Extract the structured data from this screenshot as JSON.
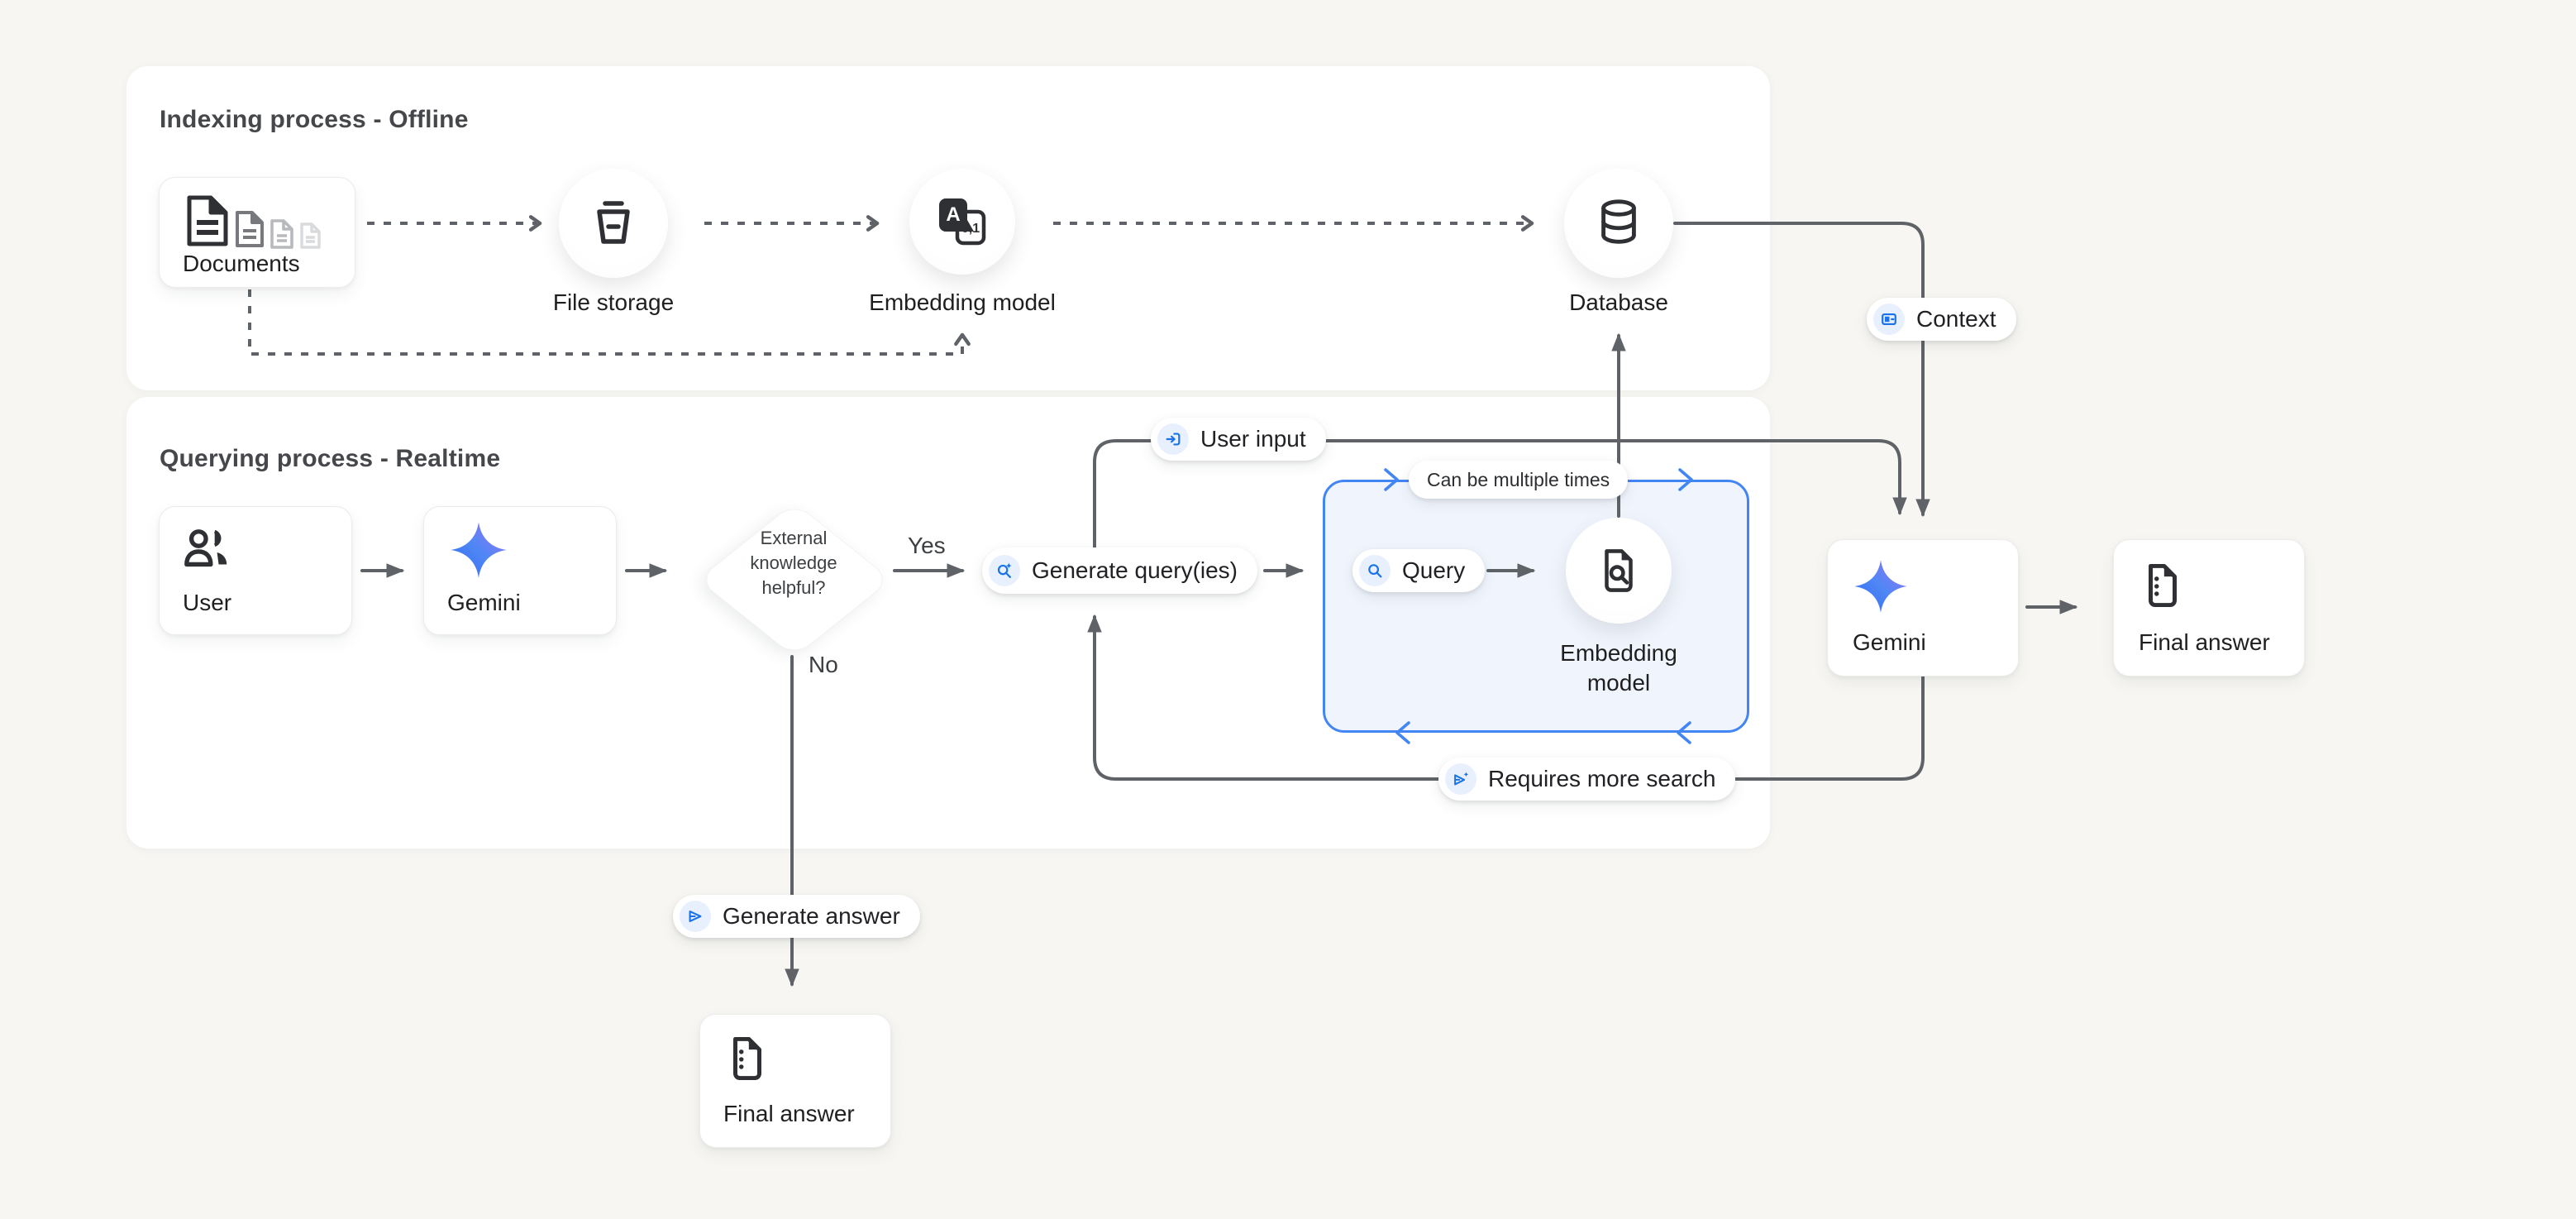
{
  "panels": {
    "indexing": {
      "title": "Indexing process - Offline"
    },
    "querying": {
      "title": "Querying process - Realtime"
    }
  },
  "nodes": {
    "documents": {
      "label": "Documents",
      "icon": "documents-stack-icon"
    },
    "file_storage": {
      "label": "File storage",
      "icon": "storage-bucket-icon"
    },
    "embedding_model_index": {
      "label": "Embedding model",
      "icon": "translate-numbers-icon"
    },
    "database": {
      "label": "Database",
      "icon": "database-cylinder-icon"
    },
    "user": {
      "label": "User",
      "icon": "people-icon"
    },
    "gemini_left": {
      "label": "Gemini",
      "icon": "gemini-star-icon"
    },
    "decision": {
      "line1": "External",
      "line2": "knowledge",
      "line3": "helpful?"
    },
    "embedding_model_query": {
      "label_line1": "Embedding",
      "label_line2": "model",
      "icon": "document-search-icon"
    },
    "gemini_right": {
      "label": "Gemini",
      "icon": "gemini-star-icon"
    },
    "final_answer_right": {
      "label": "Final answer",
      "icon": "draft-document-icon"
    },
    "final_answer_bottom": {
      "label": "Final answer",
      "icon": "draft-document-icon"
    }
  },
  "chips": {
    "context": {
      "label": "Context",
      "icon": "context-card-icon"
    },
    "user_input": {
      "label": "User input",
      "icon": "input-arrow-icon"
    },
    "generate_queries": {
      "label": "Generate query(ies)",
      "icon": "search-sparkle-icon"
    },
    "query": {
      "label": "Query",
      "icon": "search-icon"
    },
    "can_be_multiple_times": {
      "label": "Can be multiple times"
    },
    "requires_more_search": {
      "label": "Requires more search",
      "icon": "send-sparkle-icon"
    },
    "generate_answer": {
      "label": "Generate answer",
      "icon": "send-icon"
    }
  },
  "edge_labels": {
    "yes": "Yes",
    "no": "No"
  },
  "colors": {
    "background": "#f7f6f3",
    "panel": "#ffffff",
    "line_gray": "#5f6368",
    "accent_blue": "#1a73e8",
    "loop_box_blue": "#4285f4",
    "chip_icon_bg": "#e8f0fe",
    "text_dark": "#1f1f1f",
    "title_gray": "#45474b",
    "gemini_gradient_start": "#4e8df6",
    "gemini_gradient_end": "#9b72f6"
  }
}
